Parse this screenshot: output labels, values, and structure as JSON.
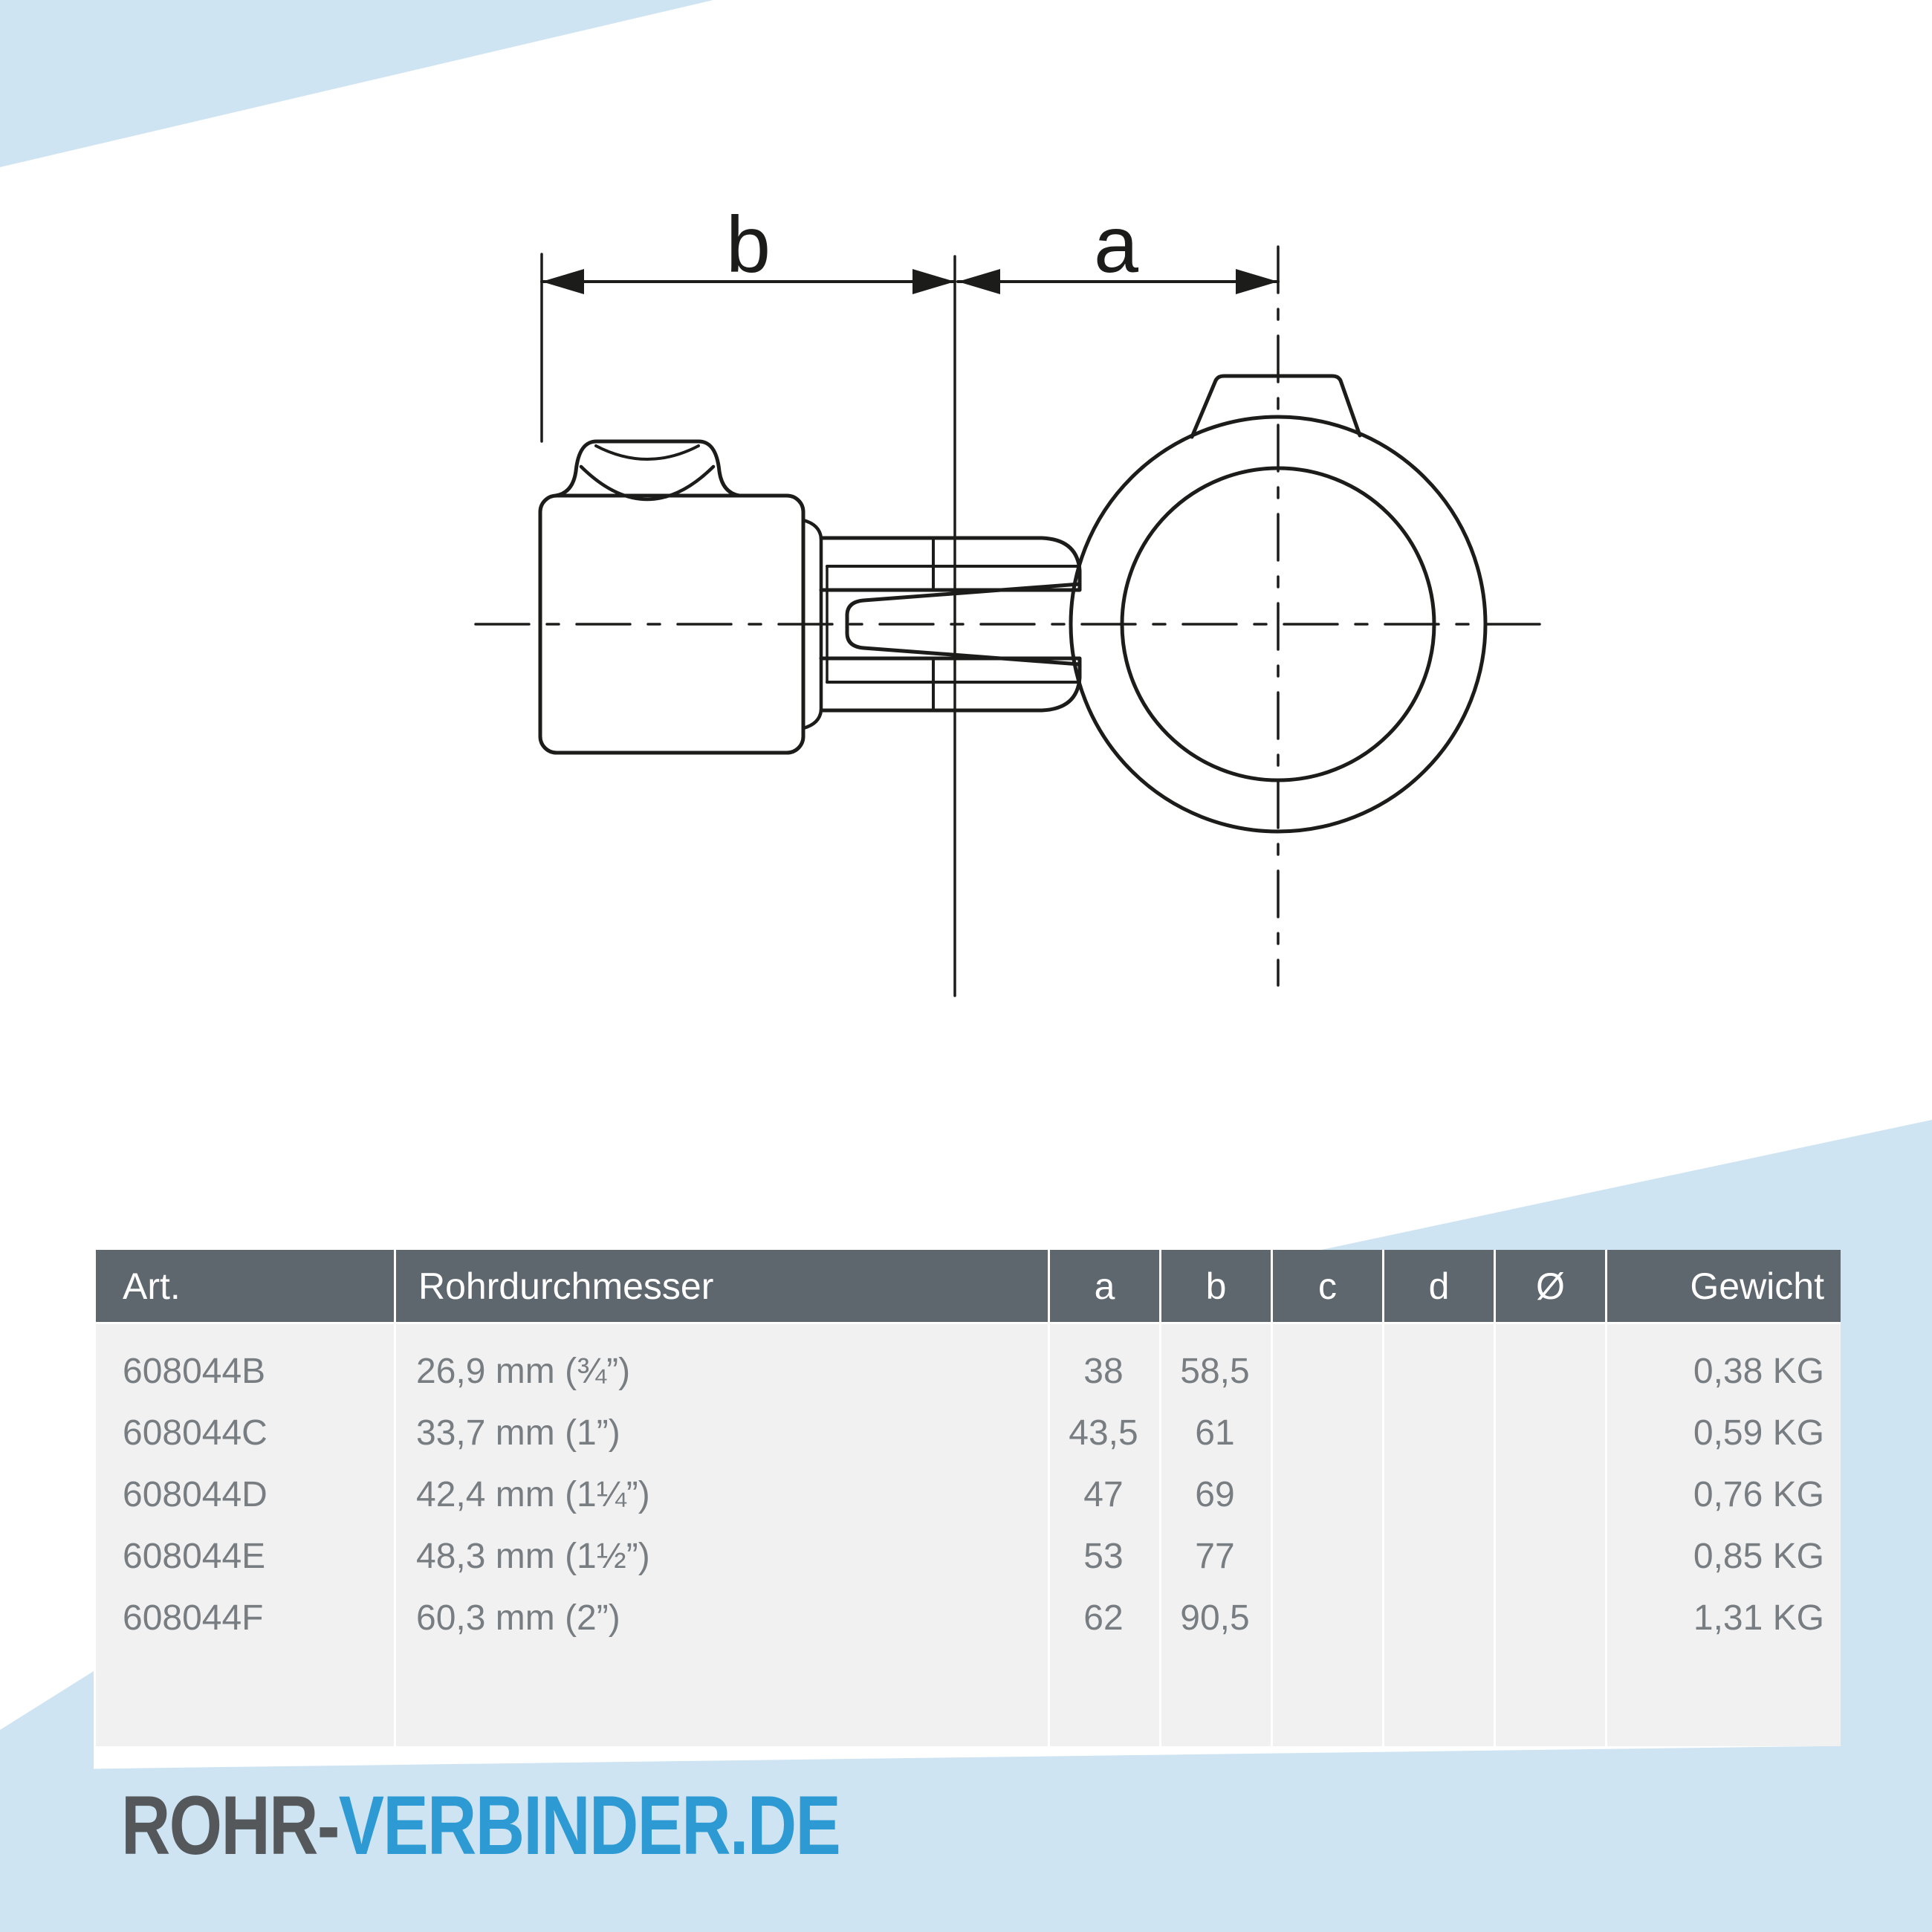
{
  "page": {
    "accent_blue": "#cee4f2",
    "header_bg": "#5e666e",
    "body_bg": "#f1f1f2",
    "body_text": "#787d82",
    "stroke": "#1c1c1a"
  },
  "drawing": {
    "dim_label_b": "b",
    "dim_label_a": "a"
  },
  "table": {
    "header": {
      "art": "Art.",
      "size": "Rohrdurchmesser",
      "a": "a",
      "b": "b",
      "c": "c",
      "d": "d",
      "dia": "Ø",
      "weight": "Gewicht"
    },
    "rows": [
      {
        "art": "608044B",
        "size": "26,9 mm (¾”)",
        "a": "38",
        "b": "58,5",
        "c": "",
        "d": "",
        "dia": "",
        "weight": "0,38 KG"
      },
      {
        "art": "608044C",
        "size": "33,7 mm (1”)",
        "a": "43,5",
        "b": "61",
        "c": "",
        "d": "",
        "dia": "",
        "weight": "0,59 KG"
      },
      {
        "art": "608044D",
        "size": "42,4 mm (1¼”)",
        "a": "47",
        "b": "69",
        "c": "",
        "d": "",
        "dia": "",
        "weight": "0,76 KG"
      },
      {
        "art": "608044E",
        "size": "48,3 mm (1½”)",
        "a": "53",
        "b": "77",
        "c": "",
        "d": "",
        "dia": "",
        "weight": "0,85 KG"
      },
      {
        "art": "608044F",
        "size": "60,3 mm (2”)",
        "a": "62",
        "b": "90,5",
        "c": "",
        "d": "",
        "dia": "",
        "weight": "1,31 KG"
      }
    ]
  },
  "logo": {
    "part1": "ROHR-",
    "part2": "VERBINDER.DE"
  }
}
